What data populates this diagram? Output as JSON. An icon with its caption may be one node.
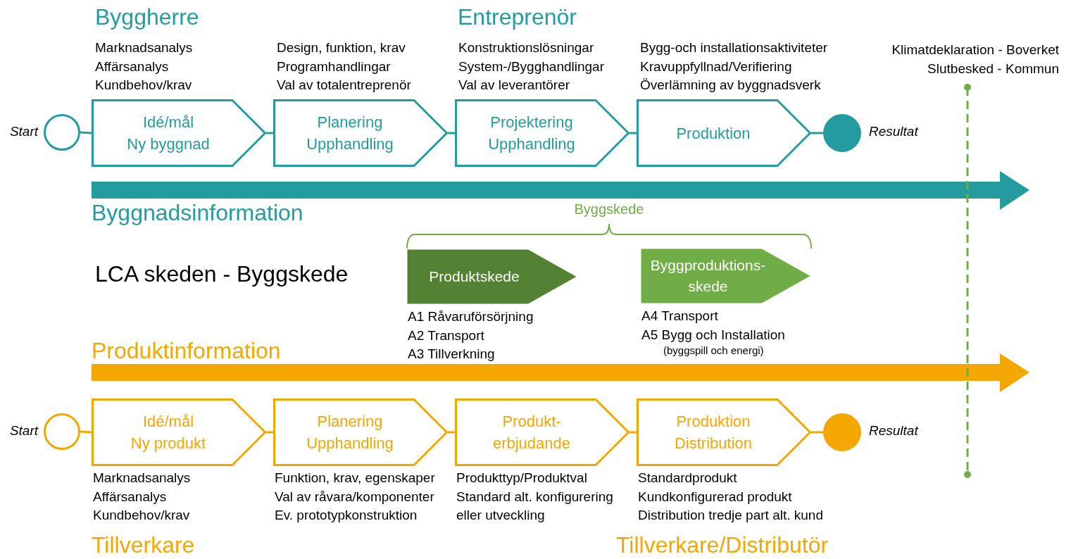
{
  "diagram": {
    "nodes": [
      {
        "text": [],
        "shape": "circle",
        "beside": [
          "Start"
        ]
      },
      {
        "text": [
          "Idé/mål",
          "Ny byggnad"
        ],
        "beside": [
          "Marknadsanalys",
          "Affärsanalys",
          "Kundbehov/krav"
        ]
      },
      {
        "text": [
          "Planering",
          "Upphandling"
        ],
        "beside": [
          "Design, funktion, krav",
          "Programhandlingar",
          "Val av totalentreprenör"
        ]
      },
      {
        "text": [
          "Projektering",
          "Upphandling"
        ],
        "beside": [
          "Konstruktionslösningar",
          "System-/Bygghandlingar",
          "Val av leverantörer"
        ]
      },
      {
        "text": [
          "Produktion"
        ],
        "beside": [
          "Bygg-och installationsaktiviteter",
          "Kravuppfyllnad/Verifiering",
          "Överlämning av byggnadsverk"
        ]
      },
      {
        "text": [],
        "shape": "circle",
        "beside": [
          "Resultat"
        ]
      },
      {
        "text": [
          "Produktskede"
        ],
        "beside": [
          "A1 Råvaruförsörjning",
          "A2 Transport",
          "A3 Tillverkning"
        ]
      },
      {
        "text": [
          "Byggproduktions-",
          "skede"
        ],
        "beside": [
          "A4 Transport",
          "A5 Bygg och Installation",
          "(byggspill och energi)"
        ]
      },
      {
        "text": [],
        "shape": "circle",
        "beside": [
          "Start"
        ]
      },
      {
        "text": [
          "Idé/mål",
          "Ny produkt"
        ],
        "beside": [
          "Marknadsanalys",
          "Affärsanalys",
          "Kundbehov/krav"
        ]
      },
      {
        "text": [
          "Planering",
          "Upphandling"
        ],
        "beside": [
          "Funktion, krav, egenskaper",
          "Val av råvara/komponenter",
          "Ev. prototypkonstruktion"
        ]
      },
      {
        "text": [
          "Produkt-",
          "erbjudande"
        ],
        "beside": [
          "Produkttyp/Produktval",
          "Standard alt. konfigurering",
          "eller utveckling"
        ]
      },
      {
        "text": [
          "Produktion",
          "Distribution"
        ],
        "beside": [
          "Standardprodukt",
          "Kundkonfigurerad produkt",
          "Distribution tredje part alt. kund"
        ]
      },
      {
        "text": [],
        "shape": "circle",
        "beside": [
          "Resultat"
        ]
      }
    ],
    "edges": [
      {
        "from": 0,
        "to": 1,
        "arrow": "none"
      },
      {
        "from": 1,
        "to": 2,
        "arrow": "none"
      },
      {
        "from": 2,
        "to": 3,
        "arrow": "none"
      },
      {
        "from": 3,
        "to": 4,
        "arrow": "none"
      },
      {
        "from": 4,
        "to": 5,
        "arrow": "none"
      },
      {
        "from": 8,
        "to": 9,
        "arrow": "none",
        "color": "#f4a700"
      },
      {
        "from": 9,
        "to": 10,
        "arrow": "none",
        "color": "#f4a700"
      },
      {
        "from": 10,
        "to": 11,
        "arrow": "none",
        "color": "#f4a700"
      },
      {
        "from": 11,
        "to": 12,
        "arrow": "none",
        "color": "#f4a700"
      },
      {
        "from": 12,
        "to": 13,
        "arrow": "none",
        "color": "#f4a700"
      }
    ],
    "labels": [
      "Byggherre",
      "Entreprenör",
      "Klimatdeklaration - Boverket",
      "Slutbesked - Kommun",
      "Byggnadsinformation",
      "Byggskede",
      "LCA skeden - Byggskede",
      "Produktinformation",
      "Tillverkare",
      "Tillverkare/Distributör"
    ]
  }
}
